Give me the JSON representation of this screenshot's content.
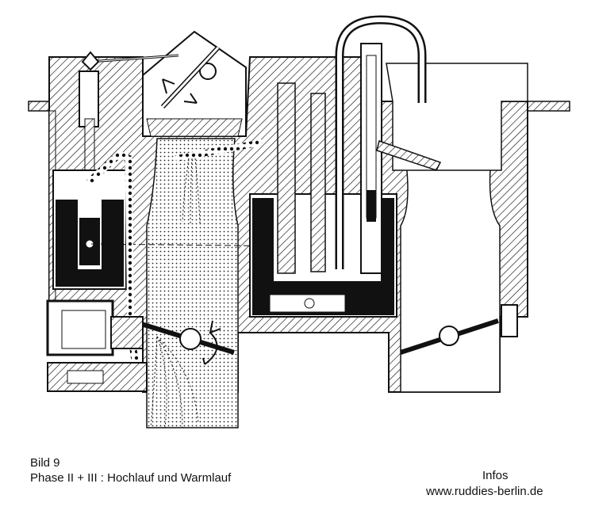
{
  "caption": {
    "figure": "Bild 9",
    "phase": "Phase II + III : Hochlauf und Warmlauf"
  },
  "credit": {
    "label": "Infos",
    "url": "www.ruddies-berlin.de"
  },
  "colors": {
    "ink": "#111111",
    "background": "#ffffff"
  }
}
